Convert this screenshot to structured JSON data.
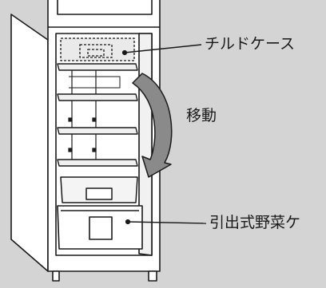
{
  "labels": {
    "chilled_case": "チルドケース",
    "move": "移動",
    "vegetable_drawer": "引出式野菜ケ"
  },
  "icons": {
    "move_arrow": "curved-arrow-down-icon"
  },
  "colors": {
    "background": "#d4d4d4",
    "line": "#1a1a1a",
    "fill": "#ffffff",
    "arrow_fill": "#8a8a8a",
    "shelf_fill": "#e8e8e8"
  }
}
